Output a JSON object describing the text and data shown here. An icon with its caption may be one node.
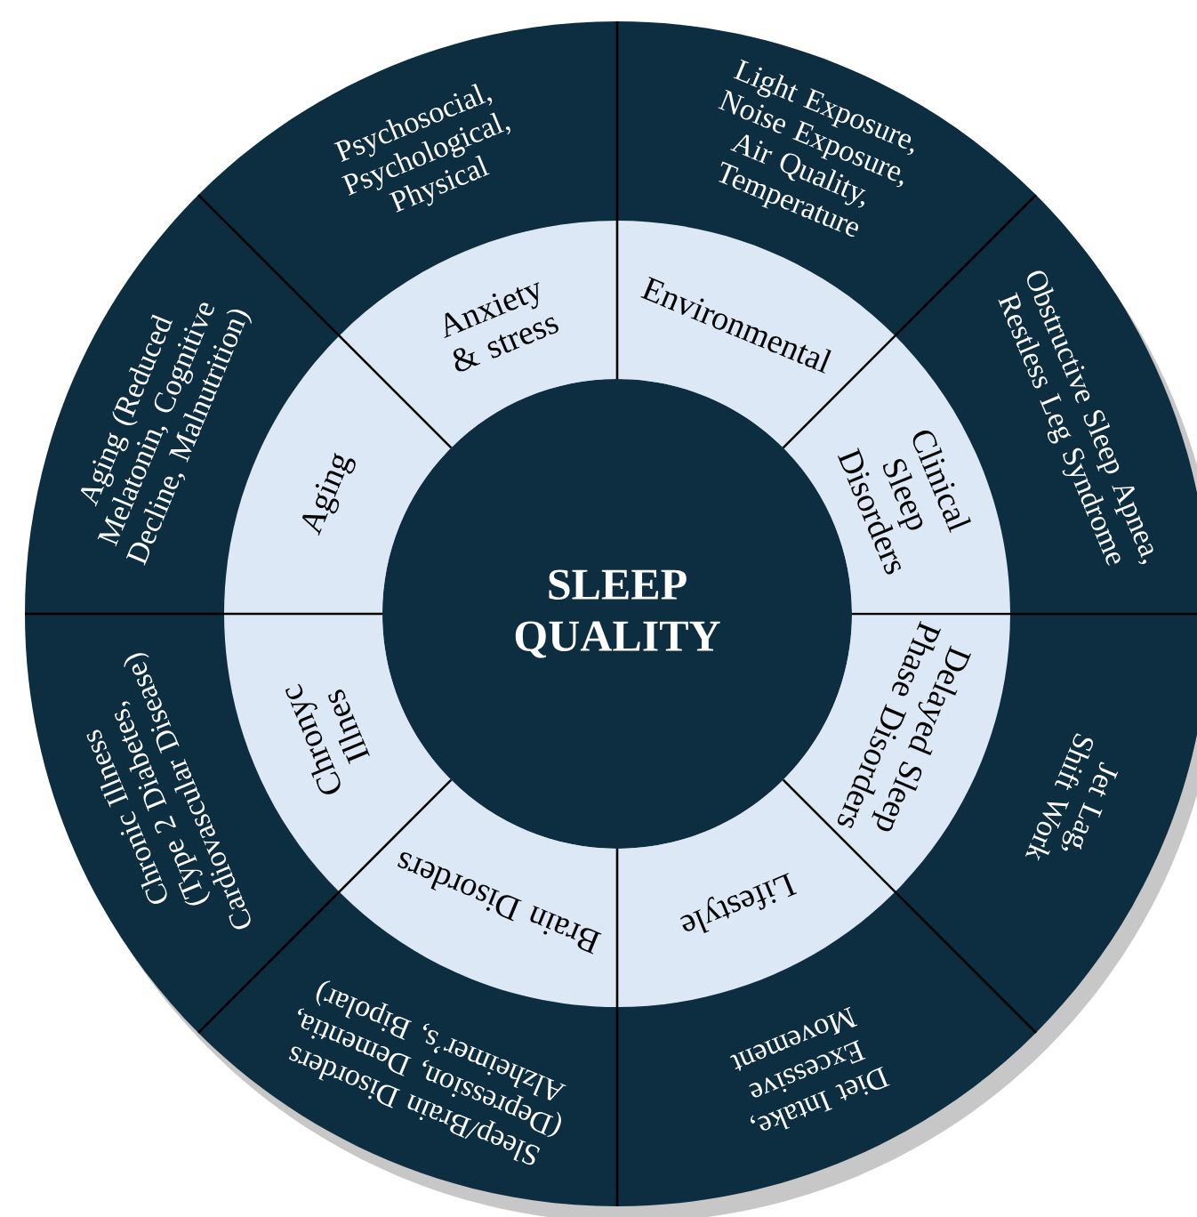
{
  "diagram": {
    "nodes": [
      {
        "text": [
          "SLEEP QUALITY"
        ]
      },
      {
        "text": [
          "Anxiety & stress"
        ]
      },
      {
        "text": [
          "Environmental"
        ]
      },
      {
        "text": [
          "Clinical Sleep Disorders"
        ]
      },
      {
        "text": [
          "Delayed Sleep Phase Disorders"
        ]
      },
      {
        "text": [
          "Lifestyle"
        ]
      },
      {
        "text": [
          "Brain Disorders"
        ]
      },
      {
        "text": [
          "Chronyc Illnes"
        ]
      },
      {
        "text": [
          "Aging"
        ]
      },
      {
        "text": [
          "Psychosocial, Psychological, Physical"
        ]
      },
      {
        "text": [
          "Light Exposure, Noise Exposure, Air Quality, Temperature"
        ]
      },
      {
        "text": [
          "Obstructive Sleep Apnea, Restless Leg Syndrome"
        ]
      },
      {
        "text": [
          "Jet Lag, Shift Work"
        ]
      },
      {
        "text": [
          "Diet Intake, Excessive Movement"
        ]
      },
      {
        "text": [
          "Sleep/Brain Disorders (Depression, Dementia, Alzheimer’s, Bipolar)"
        ]
      },
      {
        "text": [
          "Chronic Illness (Type 2 Diabetes, Cardiovascular Disease)"
        ]
      },
      {
        "text": [
          "Aging (Reduced Melatonin, Cognitive Decline, Malnutrition)"
        ]
      }
    ]
  }
}
